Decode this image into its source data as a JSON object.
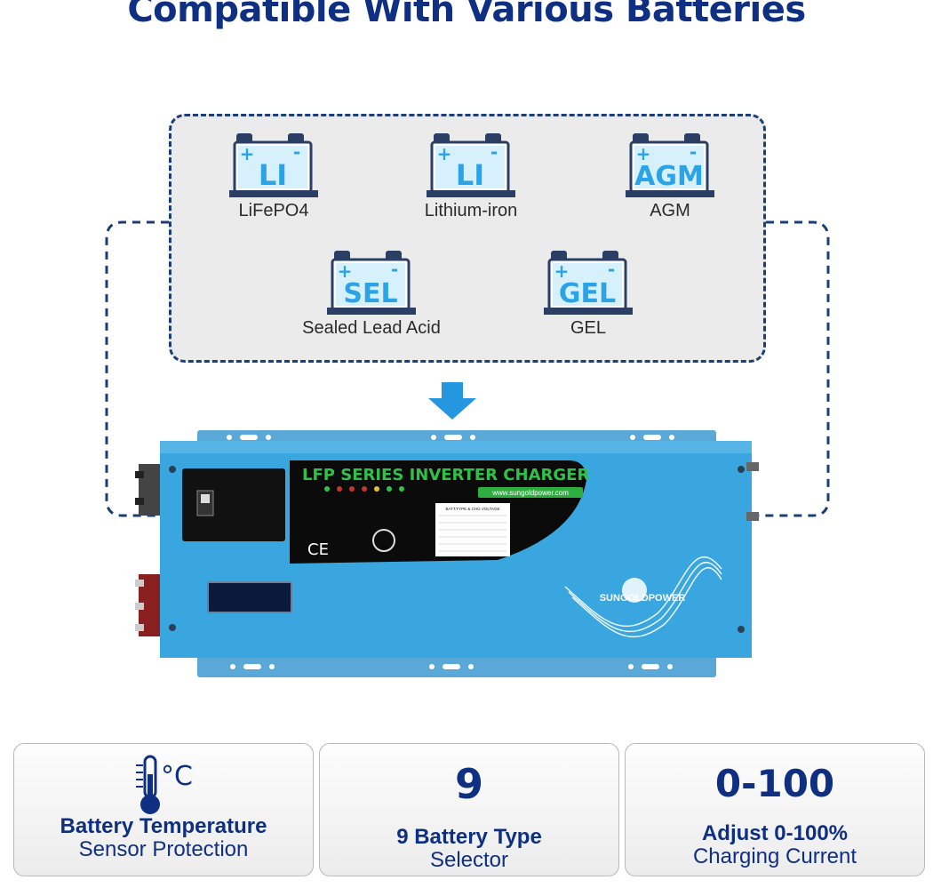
{
  "title": "Compatible With Various Batteries",
  "batteries": [
    {
      "label": "LiFePO4",
      "badge": "LI"
    },
    {
      "label": "Lithium-iron",
      "badge": "LI"
    },
    {
      "label": "AGM",
      "badge": "AGM"
    },
    {
      "label": "Sealed Lead Acid",
      "badge": "SEL"
    },
    {
      "label": "GEL",
      "badge": "GEL"
    }
  ],
  "terminal_signs": {
    "plus": "+",
    "minus": "-"
  },
  "inverter": {
    "series_title": "LFP SERIES INVERTER CHARGER",
    "website": "www.sungoldpower.com",
    "brand": "SUNGOLDPOWER",
    "ce_mark": "CE",
    "table_title": "BATT.TYPE & CHG VOLTAGE",
    "colors": {
      "body": "#3aa6e0",
      "panel": "#0b0b0b",
      "accent_green": "#30c248"
    }
  },
  "features": [
    {
      "headline_icon": "thermometer-celsius-icon",
      "icon_text": "°C",
      "line1": "Battery Temperature",
      "line2": "Sensor Protection"
    },
    {
      "headline": "9",
      "line1": "9 Battery Type",
      "line2": "Selector"
    },
    {
      "headline": "0-100",
      "line1": "Adjust 0-100%",
      "line2": "Charging Current"
    }
  ],
  "colors": {
    "title": "#0f2f82",
    "badge": "#2aa4e6",
    "arrow": "#2597e0",
    "dash": "#1b3f74"
  }
}
